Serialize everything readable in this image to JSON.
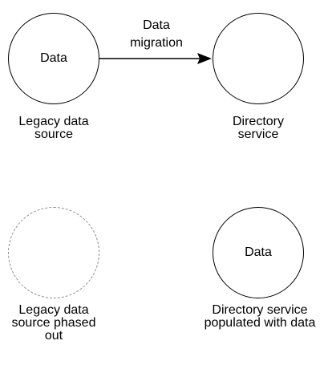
{
  "nodes": {
    "legacy_source": {
      "inner_text": "Data",
      "caption_lines": [
        "Legacy data",
        "source"
      ]
    },
    "directory_service": {
      "inner_text": "",
      "caption_lines": [
        "Directory",
        "service"
      ]
    },
    "legacy_phased_out": {
      "inner_text": "",
      "caption_lines": [
        "Legacy data",
        "source phased",
        "out"
      ]
    },
    "directory_populated": {
      "inner_text": "Data",
      "caption_lines": [
        "Directory service",
        "populated with data"
      ]
    }
  },
  "edges": {
    "migration": {
      "label_lines": [
        "Data",
        "migration"
      ]
    }
  },
  "colors": {
    "stroke": "#000000",
    "dashed_stroke": "#8a8a8a",
    "background": "#ffffff"
  }
}
